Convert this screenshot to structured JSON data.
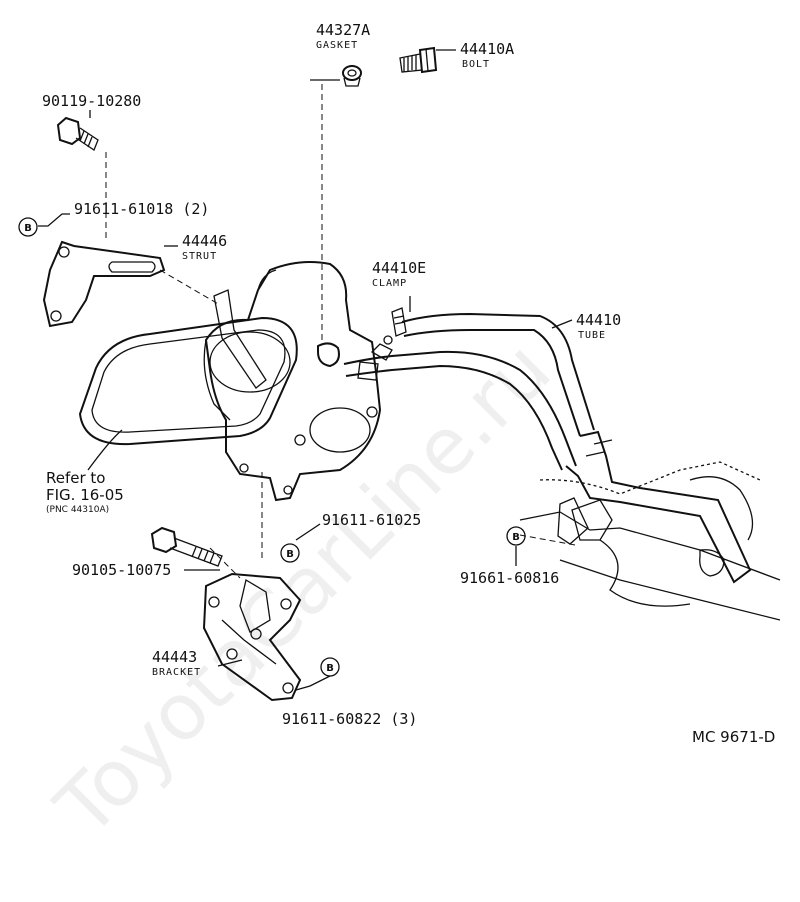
{
  "watermark": "ToyotaCarLine.ru",
  "parts": [
    {
      "id": "p-44327a",
      "number": "44327A",
      "name": "GASKET"
    },
    {
      "id": "p-44410a",
      "number": "44410A",
      "name": "BOLT"
    },
    {
      "id": "p-90119",
      "number": "90119-10280",
      "name": ""
    },
    {
      "id": "p-91611-61018",
      "number": "91611-61018 (2)",
      "name": ""
    },
    {
      "id": "p-44446",
      "number": "44446",
      "name": "STRUT"
    },
    {
      "id": "p-44410e",
      "number": "44410E",
      "name": "CLAMP"
    },
    {
      "id": "p-44410",
      "number": "44410",
      "name": "TUBE"
    },
    {
      "id": "p-91611-61025",
      "number": "91611-61025",
      "name": ""
    },
    {
      "id": "p-90105",
      "number": "90105-10075",
      "name": ""
    },
    {
      "id": "p-91661",
      "number": "91661-60816",
      "name": ""
    },
    {
      "id": "p-44443",
      "number": "44443",
      "name": "BRACKET"
    },
    {
      "id": "p-91611-60822",
      "number": "91611-60822 (3)",
      "name": ""
    }
  ],
  "reference": {
    "line1": "Refer to",
    "line2": "FIG. 16-05",
    "line3": "(PNC 44310A)"
  },
  "badge_letter": "B",
  "diagram_code": "MC 9671-D"
}
